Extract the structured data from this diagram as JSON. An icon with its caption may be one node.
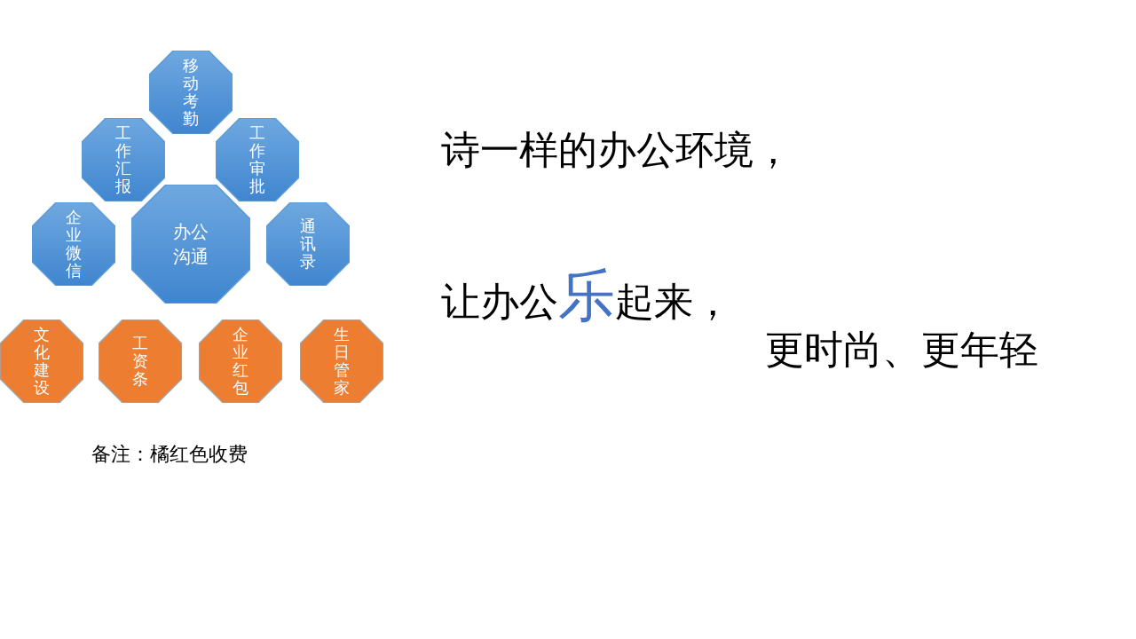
{
  "diagram": {
    "nodes": [
      {
        "text": [
          "移动考勤"
        ]
      },
      {
        "text": [
          "工作汇报"
        ]
      },
      {
        "text": [
          "工作审批"
        ]
      },
      {
        "text": [
          "企业微信"
        ]
      },
      {
        "text": [
          "办公沟通"
        ]
      },
      {
        "text": [
          "通讯录"
        ]
      },
      {
        "text": [
          "文化建设"
        ]
      },
      {
        "text": [
          "工资条"
        ]
      },
      {
        "text": [
          "企业红包"
        ]
      },
      {
        "text": [
          "生日管家"
        ]
      }
    ],
    "labels": [
      "诗一样的办公环境，",
      "让办公**乐**起来，",
      "更时尚、更年轻",
      "备注：橘红色收费"
    ]
  }
}
